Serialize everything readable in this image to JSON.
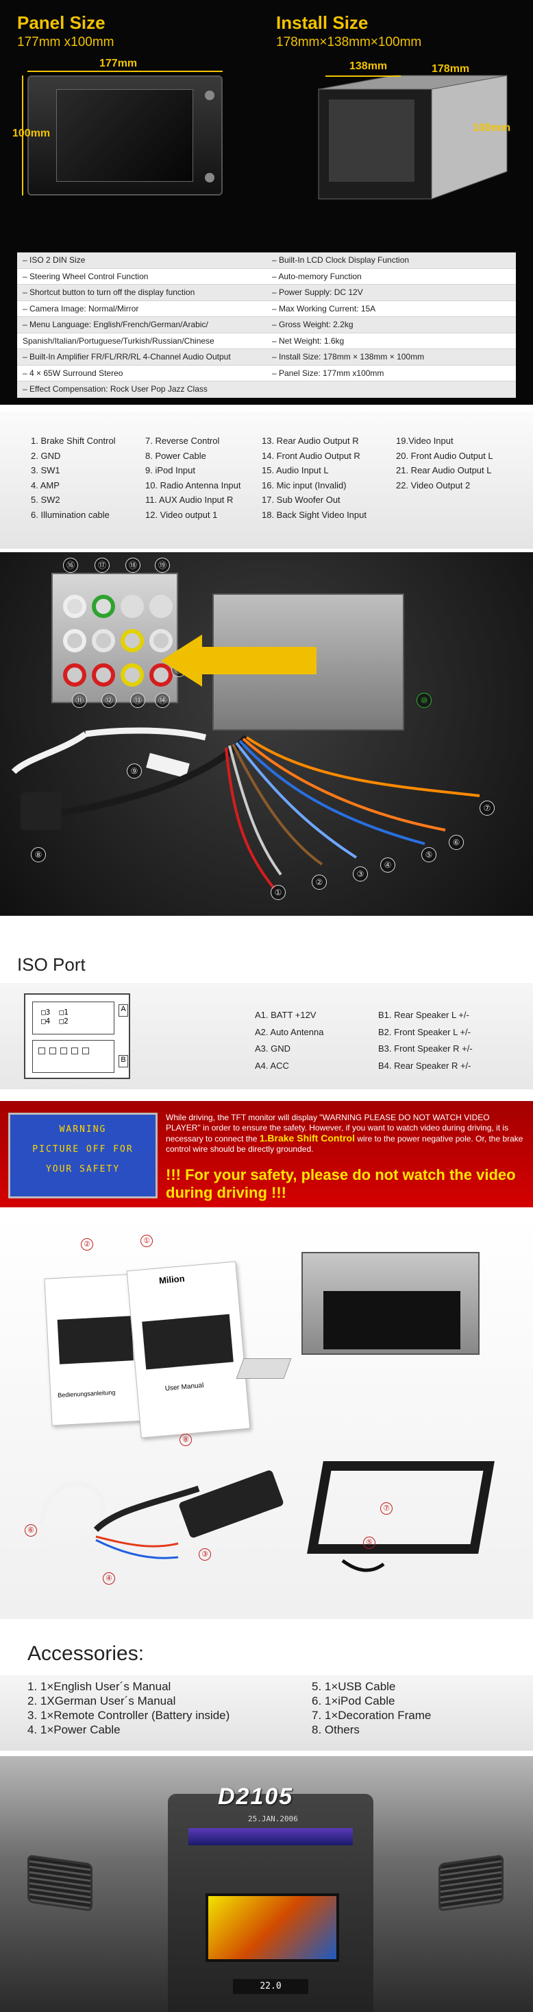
{
  "panel_size": {
    "title": "Panel Size",
    "dims": "177mm x100mm",
    "width_label": "177mm",
    "height_label": "100mm"
  },
  "install_size": {
    "title": "Install Size",
    "dims": "178mm×138mm×100mm",
    "depth_label": "138mm",
    "width_label": "178mm",
    "height_label": "100mm"
  },
  "specs": {
    "rows": [
      [
        "ISO 2 DIN Size",
        "Built-In LCD Clock Display Function"
      ],
      [
        "Steering Wheel Control Function",
        "Auto-memory Function"
      ],
      [
        "Shortcut button to turn off the display function",
        "Power Supply: DC 12V"
      ],
      [
        "Camera Image: Normal/Mirror",
        "Max Working Current: 15A"
      ],
      [
        "Menu Language: English/French/German/Arabic/",
        "Gross Weight: 2.2kg"
      ],
      [
        "Spanish/Italian/Portuguese/Turkish/Russian/Chinese",
        "Net Weight: 1.6kg"
      ],
      [
        "Built-In Amplifier FR/FL/RR/RL 4-Channel Audio Output",
        "Install Size: 178mm × 138mm × 100mm"
      ],
      [
        "4 × 65W Surround Stereo",
        "Panel Size: 177mm x100mm"
      ],
      [
        "Effect Compensation: Rock User Pop Jazz Class",
        ""
      ]
    ]
  },
  "wiring": {
    "col1": [
      "1. Brake Shift Control",
      "2. GND",
      "3. SW1",
      "4. AMP",
      "5. SW2",
      "6. Illumination cable"
    ],
    "col2": [
      "7. Reverse Control",
      "8. Power Cable",
      "9. iPod Input",
      "10. Radio Antenna Input",
      "11. AUX Audio Input R",
      "12. Video output 1"
    ],
    "col3": [
      "13. Rear Audio Output R",
      "14. Front Audio Output R",
      "15. Audio Input L",
      "16. Mic input   (Invalid)",
      "17. Sub Woofer Out",
      "18. Back Sight Video Input"
    ],
    "col4": [
      "19.Video Input",
      "20. Front Audio Output L",
      "21. Rear Audio Output L",
      "22. Video Output 2"
    ]
  },
  "connector": {
    "callouts_top": [
      "⑯",
      "⑰",
      "⑱",
      "⑲"
    ],
    "callouts_bottom": [
      "⑪",
      "⑫",
      "⑬",
      "⑭",
      "⑮"
    ],
    "callout_10": "⑩",
    "callout_9": "⑨",
    "callout_8": "⑧",
    "wire_numbers": [
      "①",
      "②",
      "③",
      "④",
      "⑤",
      "⑥",
      "⑦"
    ]
  },
  "iso": {
    "title": "ISO Port",
    "label_a": "A",
    "label_b": "B",
    "pins_a": "□3  □1\n□4  □2",
    "list_a": [
      "A1.  BATT +12V",
      "A2.  Auto Antenna",
      "A3.  GND",
      "A4.  ACC"
    ],
    "list_b": [
      "B1.  Rear Speaker L  +/-",
      "B2.  Front Speaker L +/-",
      "B3.  Front Speaker R  +/-",
      "B4.  Rear Speaker R  +/-"
    ]
  },
  "warning": {
    "screen_lines": [
      "WARNING",
      "PICTURE  OFF  FOR",
      "YOUR  SAFETY"
    ],
    "text_before": "While driving, the TFT monitor will display \"WARNING PLEASE DO NOT WATCH VIDEO PLAYER\" in order to ensure the safety. However, if you want to watch video during driving, it is necessary to connect the ",
    "text_strong": "1.Brake Shift Control",
    "text_after": " wire to the power negative pole. Or, the brake control wire should be directly grounded.",
    "big": "!!! For your safety, please do not watch the video during driving !!!"
  },
  "accessories_image": {
    "brand": "Milion",
    "manual_title": "User Manual",
    "manual_de": "Bedienungsanleitung",
    "numbers": [
      "①",
      "②",
      "③",
      "④",
      "⑤",
      "⑥",
      "⑦",
      "⑧"
    ]
  },
  "accessories": {
    "title": "Accessories:",
    "col1": [
      "1. 1×English User´s Manual",
      "2. 1XGerman User´s Manual",
      "3. 1×Remote Controller (Battery inside)",
      "4. 1×Power Cable"
    ],
    "col2": [
      "5. 1×USB Cable",
      "6. 1×iPod Cable",
      "7. 1×Decoration Frame",
      "8. Others"
    ]
  },
  "car": {
    "model": "D2105",
    "date": "25.JAN.2006",
    "climate": "22.0"
  }
}
